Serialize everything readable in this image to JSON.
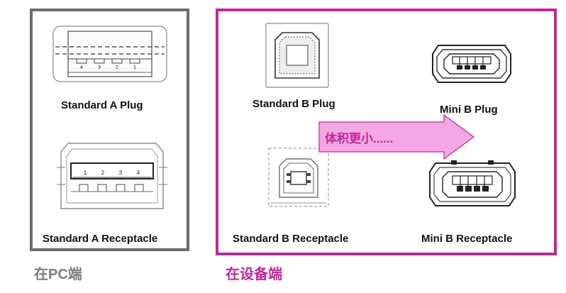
{
  "groups": {
    "pc": {
      "caption": "在PC端",
      "color": "#6d6d6d",
      "connectors": {
        "plug": {
          "label": "Standard A Plug",
          "pin_labels": [
            "4",
            "3",
            "2",
            "1"
          ]
        },
        "receptacle": {
          "label": "Standard A Receptacle",
          "pin_labels": [
            "1",
            "2",
            "3",
            "4"
          ]
        }
      }
    },
    "device": {
      "caption": "在设备端",
      "color": "#c0279a",
      "connectors": {
        "b_plug": {
          "label": "Standard B Plug"
        },
        "b_receptacle": {
          "label": "Standard B Receptacle"
        },
        "mini_plug": {
          "label": "Mini B Plug"
        },
        "mini_receptacle": {
          "label": "Mini B Receptacle"
        }
      }
    }
  },
  "arrow": {
    "text": "体积更小......",
    "fill_color": "#f3a7e3",
    "text_color": "#c0279a"
  }
}
